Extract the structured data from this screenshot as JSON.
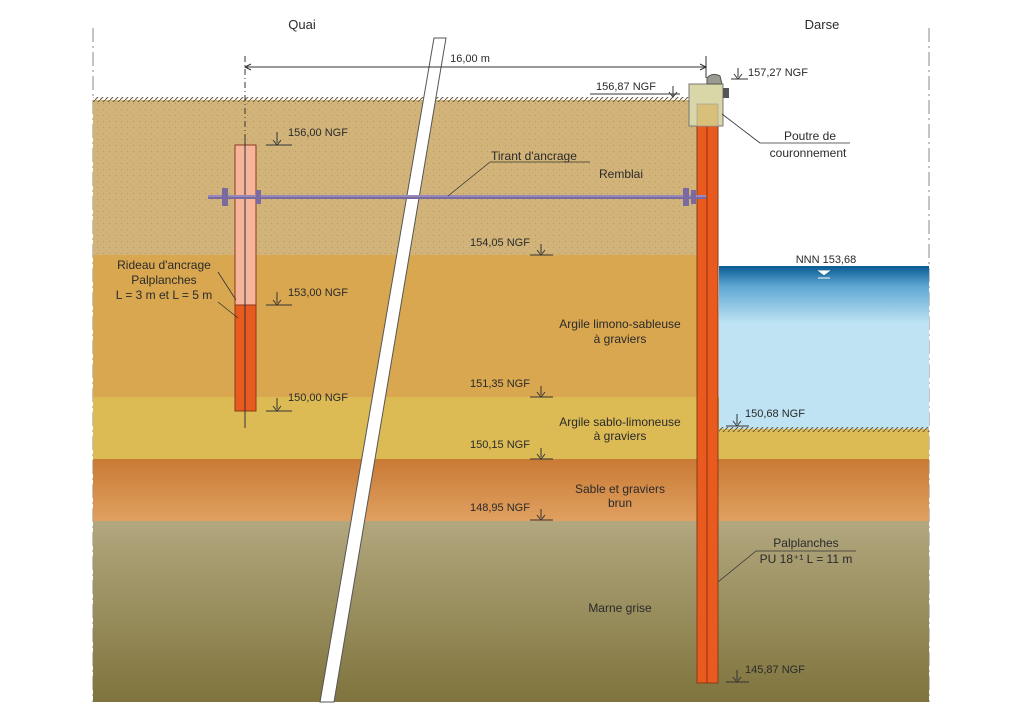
{
  "header": {
    "left": "Quai",
    "right": "Darse"
  },
  "dimension": {
    "text": "16,00 m"
  },
  "levels": {
    "wall_top_left": "156,87 NGF",
    "wall_top_right": "157,27 NGF",
    "anchor_top": "156,00 NGF",
    "remblai_base": "154,05 NGF",
    "anchor_change": "153,00 NGF",
    "layer2_base": "151,35 NGF",
    "anchor_bottom": "150,00 NGF",
    "layer3_base": "150,15 NGF",
    "seabed": "150,68 NGF",
    "layer4_base": "148,95 NGF",
    "pile_toe": "145,87 NGF"
  },
  "water": {
    "label": "NNN 153,68"
  },
  "layers": {
    "remblai": "Remblai",
    "argile1_line1": "Argile limono-sableuse",
    "argile1_line2": "à graviers",
    "argile2_line1": "Argile sablo-limoneuse",
    "argile2_line2": "à graviers",
    "sable_line1": "Sable et graviers",
    "sable_line2": "brun",
    "marne": "Marne grise"
  },
  "labels": {
    "tirant": "Tirant d'ancrage",
    "poutre_line1": "Poutre de",
    "poutre_line2": "couronnement",
    "rideau_line1": "Rideau d'ancrage",
    "rideau_line2": "Palplanches",
    "rideau_line3": "L = 3 m et L = 5 m",
    "palplanches_line1": "Palplanches",
    "palplanches_line2": "PU 18⁺¹ L = 11 m"
  },
  "colors": {
    "remblai": "#d2b47a",
    "argile1": "#d8a750",
    "argile2": "#dcbb55",
    "sable": "#cf8a40",
    "marne": "#9e9160",
    "water_top": "#0e5f96",
    "water_body": "#bfe3f3",
    "sheet_pile": "#e85a1e",
    "anchor_upper": "#f6b49b",
    "tie_rod": "#7a6aa0",
    "cap_beam": "#d9d6a8"
  }
}
